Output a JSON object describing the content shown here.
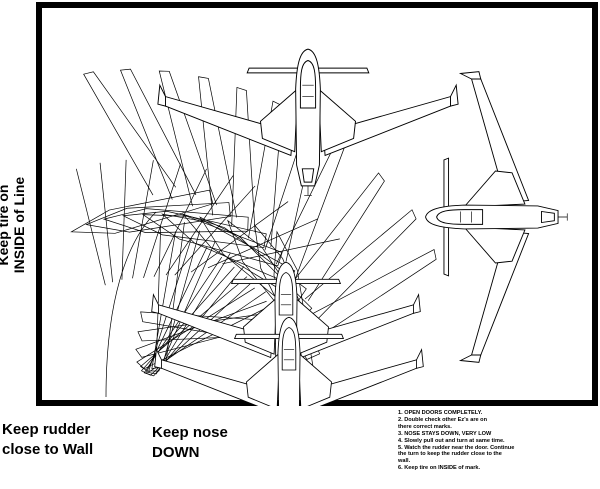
{
  "labels": {
    "side_line1": "Keep tire on",
    "side_line2": "INSIDE of Line",
    "rudder_line1": "Keep rudder",
    "rudder_line2": "close to Wall",
    "nose_line1": "Keep nose",
    "nose_line2": "DOWN"
  },
  "instructions": [
    "1. OPEN DOORS COMPLETELY.",
    "2. Double check other Ez's are on",
    "   there correct marks.",
    "3. NOSE STAYS DOWN, VERY LOW",
    "4. Slowly pull out and turn at same time.",
    "5. Watch the rudder near the door. Continue",
    "   the turn to keep the rudder close to the",
    "   wall.",
    "6. Keep tire on INSIDE of mark."
  ],
  "colors": {
    "ink": "#000000",
    "paper": "#ffffff"
  }
}
